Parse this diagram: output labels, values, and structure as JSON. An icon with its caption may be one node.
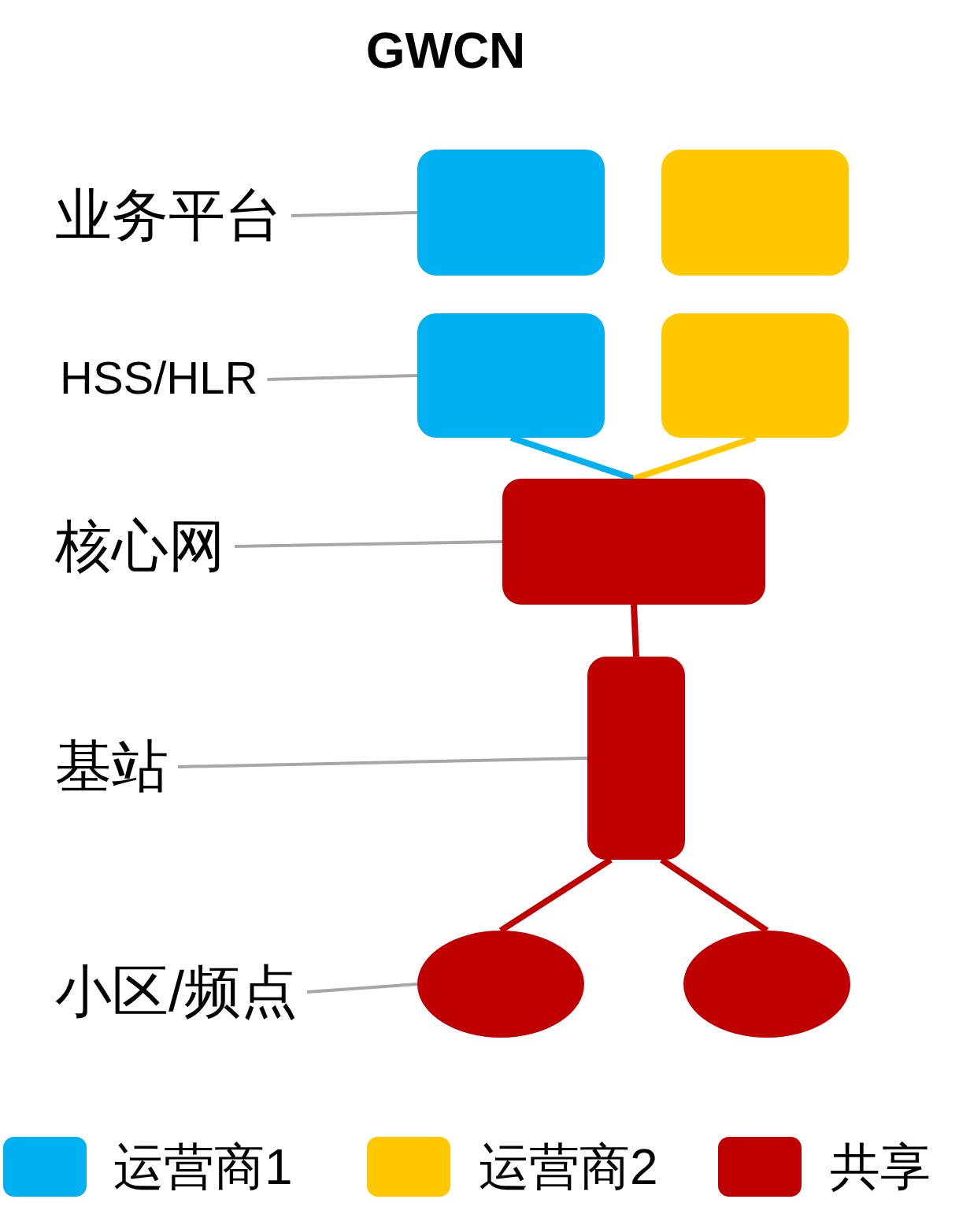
{
  "diagram": {
    "title": "GWCN",
    "nodes": [
      {
        "text": [
          "业务平台"
        ]
      },
      {
        "text": [],
        "shape": "box"
      },
      {
        "text": [],
        "shape": "box"
      },
      {
        "text": [
          "HSS/HLR"
        ]
      },
      {
        "text": [],
        "shape": "box"
      },
      {
        "text": [],
        "shape": "box"
      },
      {
        "text": [
          "核心网"
        ]
      },
      {
        "text": [],
        "shape": "box"
      },
      {
        "text": [
          "基站"
        ]
      },
      {
        "text": [],
        "shape": "box"
      },
      {
        "text": [
          "小区/频点"
        ]
      },
      {
        "text": [],
        "shape": "ellipse"
      },
      {
        "text": [],
        "shape": "ellipse"
      }
    ],
    "edges": [
      {
        "from": 0,
        "to": 1,
        "arrow": "none"
      },
      {
        "from": 3,
        "to": 4,
        "arrow": "none"
      },
      {
        "from": 4,
        "to": 7,
        "arrow": "none",
        "style": "thick",
        "color": "#00b0f0"
      },
      {
        "from": 5,
        "to": 7,
        "arrow": "none",
        "style": "thick",
        "color": "#ffc800"
      },
      {
        "from": 6,
        "to": 7,
        "arrow": "none"
      },
      {
        "from": 7,
        "to": 9,
        "arrow": "none",
        "style": "thick",
        "color": "#c00000"
      },
      {
        "from": 8,
        "to": 9,
        "arrow": "none"
      },
      {
        "from": 9,
        "to": 11,
        "arrow": "none",
        "style": "thick",
        "color": "#c00000"
      },
      {
        "from": 9,
        "to": 12,
        "arrow": "none",
        "style": "thick",
        "color": "#c00000"
      },
      {
        "from": 10,
        "to": 11,
        "arrow": "none"
      }
    ],
    "legend": [
      {
        "text": "运营商1",
        "color": "#00b0f0"
      },
      {
        "text": "运营商2",
        "color": "#ffc800"
      },
      {
        "text": "共享",
        "color": "#c00000"
      }
    ]
  }
}
